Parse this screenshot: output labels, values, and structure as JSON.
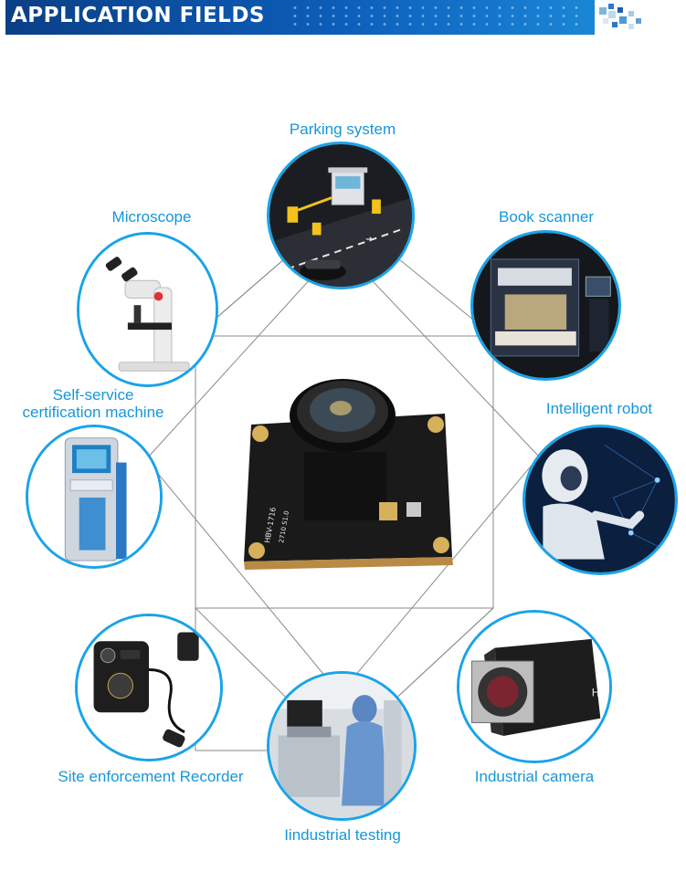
{
  "header": {
    "title": "APPLICATION FIELDS"
  },
  "colors": {
    "accent": "#1597d8",
    "circle_border": "#1aa3e8",
    "banner": "#0c5db8"
  },
  "labels": {
    "parking": "Parking system",
    "microscope": "Microscope",
    "book_scanner": "Book scanner",
    "self_service": "Self-service\ncertification machine",
    "robot": "Intelligent robot",
    "recorder": "Site enforcement Recorder",
    "industrial_camera": "Industrial camera",
    "industrial_testing": "Iindustrial testing"
  },
  "module_text": {
    "model": "HBV-1716",
    "version": "2710 S1.0"
  }
}
